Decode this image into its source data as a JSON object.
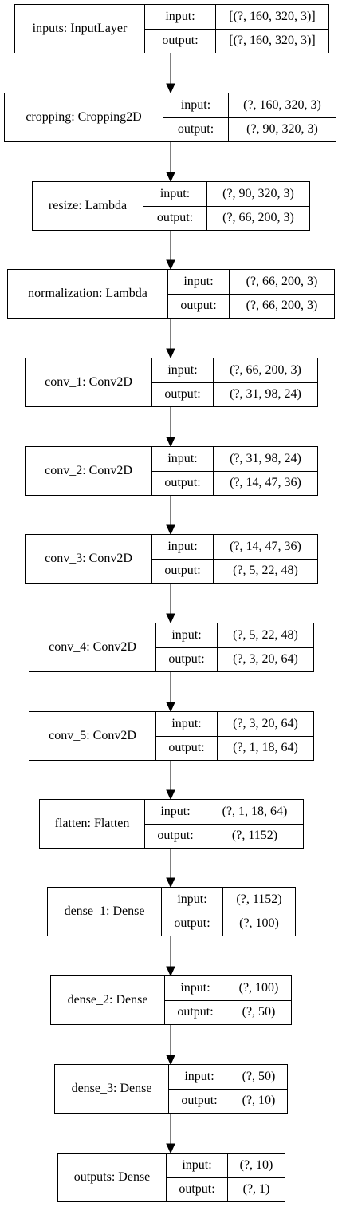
{
  "nodes": [
    {
      "name": "inputs: InputLayer",
      "input_label": "input:",
      "output_label": "output:",
      "input": "[(?, 160, 320, 3)]",
      "output": "[(?, 160, 320, 3)]"
    },
    {
      "name": "cropping: Cropping2D",
      "input_label": "input:",
      "output_label": "output:",
      "input": "(?, 160, 320, 3)",
      "output": "(?, 90, 320, 3)"
    },
    {
      "name": "resize: Lambda",
      "input_label": "input:",
      "output_label": "output:",
      "input": "(?, 90, 320, 3)",
      "output": "(?, 66, 200, 3)"
    },
    {
      "name": "normalization: Lambda",
      "input_label": "input:",
      "output_label": "output:",
      "input": "(?, 66, 200, 3)",
      "output": "(?, 66, 200, 3)"
    },
    {
      "name": "conv_1: Conv2D",
      "input_label": "input:",
      "output_label": "output:",
      "input": "(?, 66, 200, 3)",
      "output": "(?, 31, 98, 24)"
    },
    {
      "name": "conv_2: Conv2D",
      "input_label": "input:",
      "output_label": "output:",
      "input": "(?, 31, 98, 24)",
      "output": "(?, 14, 47, 36)"
    },
    {
      "name": "conv_3: Conv2D",
      "input_label": "input:",
      "output_label": "output:",
      "input": "(?, 14, 47, 36)",
      "output": "(?, 5, 22, 48)"
    },
    {
      "name": "conv_4: Conv2D",
      "input_label": "input:",
      "output_label": "output:",
      "input": "(?, 5, 22, 48)",
      "output": "(?, 3, 20, 64)"
    },
    {
      "name": "conv_5: Conv2D",
      "input_label": "input:",
      "output_label": "output:",
      "input": "(?, 3, 20, 64)",
      "output": "(?, 1, 18, 64)"
    },
    {
      "name": "flatten: Flatten",
      "input_label": "input:",
      "output_label": "output:",
      "input": "(?, 1, 18, 64)",
      "output": "(?, 1152)"
    },
    {
      "name": "dense_1: Dense",
      "input_label": "input:",
      "output_label": "output:",
      "input": "(?, 1152)",
      "output": "(?, 100)"
    },
    {
      "name": "dense_2: Dense",
      "input_label": "input:",
      "output_label": "output:",
      "input": "(?, 100)",
      "output": "(?, 50)"
    },
    {
      "name": "dense_3: Dense",
      "input_label": "input:",
      "output_label": "output:",
      "input": "(?, 50)",
      "output": "(?, 10)"
    },
    {
      "name": "outputs: Dense",
      "input_label": "input:",
      "output_label": "output:",
      "input": "(?, 10)",
      "output": "(?, 1)"
    }
  ]
}
